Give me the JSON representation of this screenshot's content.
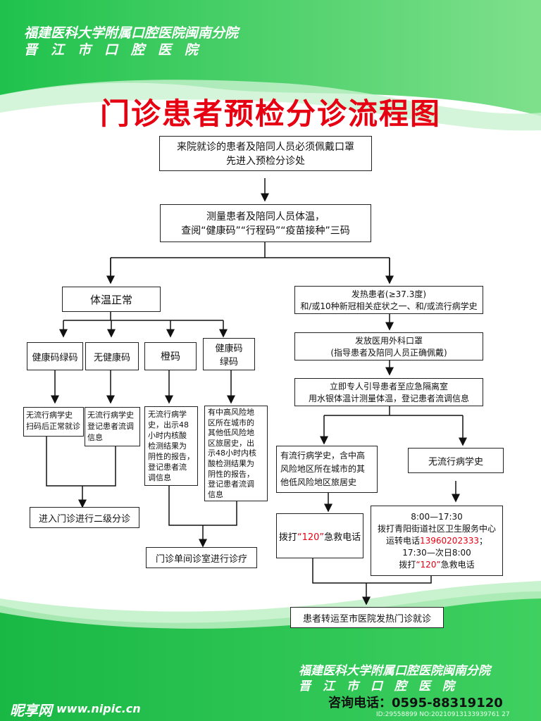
{
  "header": {
    "line1": "福建医科大学附属口腔医院闽南分院",
    "line2": "晋　江　市　口　腔　医　院"
  },
  "title": "门诊患者预检分诊流程图",
  "boxes": {
    "b1": [
      "来院就诊的患者及陪同人员必须佩戴口罩",
      "先进入预检分诊处"
    ],
    "b2": [
      "测量患者及陪同人员体温，",
      "查阅“健康码”“行程码”“疫苗接种”三码"
    ],
    "normal": "体温正常",
    "fever": [
      "发热患者(≥37.3度)",
      "和/或10种新冠相关症状之一、和/或流行病学史"
    ],
    "green": "健康码绿码",
    "none": "无健康码",
    "orange": "橙码",
    "green2": [
      "健康码",
      "绿码"
    ],
    "mask": [
      "发放医用外科口罩",
      "(指导患者及陪同人员正确佩戴)"
    ],
    "isolate": [
      "立即专人引导患者至应急隔离室",
      "用水银体温计测量体温，登记患者流调信息"
    ],
    "g_res": [
      "无流行病学史",
      "扫码后正常就诊"
    ],
    "n_res": [
      "无流行病学史",
      "登记患者流调",
      "信息"
    ],
    "o_res": [
      "无流行病学",
      "史，出示48",
      "小时内核酸",
      "检测结果为",
      "阴性的报告，",
      "登记患者流",
      "调信息"
    ],
    "g2_res": [
      "有中高风险地",
      "区所在城市的",
      "其他低风险地",
      "区旅居史，出",
      "示48小时内核",
      "酸检测结果为",
      "阴性的报告，",
      "登记患者流调",
      "信息"
    ],
    "has_hist": [
      "有流行病学史，含中高",
      "风险地区所在城市的其",
      "他低风险地区旅居史"
    ],
    "no_hist": "无流行病学史",
    "triage2": "进入门诊进行二级分诊",
    "call_a": [
      "拨打",
      "“120”",
      "急救电话"
    ],
    "schedule": {
      "time1": "8:00—17:30",
      "line2": "拨打青阳街道社区卫生服务中心",
      "line3a": "运转电话",
      "phone": "13960202333",
      "line3b": "；",
      "time2": "17:30—次日8:00",
      "line5a": "拨打",
      "line5b": "“120”",
      "line5c": "急救电话"
    },
    "clinic": "门诊单间诊室进行诊疗",
    "transfer": "患者转运至市医院发热门诊就诊"
  },
  "footer": {
    "line1": "福建医科大学附属口腔医院闽南分院",
    "line2": "晋　江　市　口　腔　医　院",
    "phone": "咨询电话：0595-88319120"
  },
  "watermark": {
    "brand": "昵享网",
    "site": "www.nipic.cn",
    "id": "ID:29558899 NO:20210913133939761 27"
  },
  "colors": {
    "green": "#19c24a",
    "red": "#e60012",
    "light": "#d8f5dc"
  }
}
